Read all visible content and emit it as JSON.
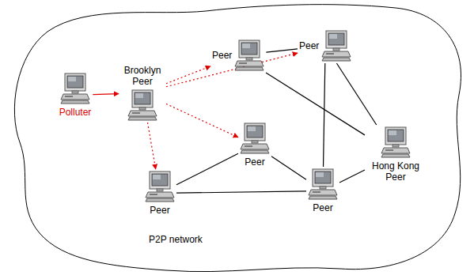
{
  "diagram": {
    "nodes": [
      {
        "text": [
          "Polluter"
        ]
      },
      {
        "text": [
          "Brooklyn Peer"
        ]
      },
      {
        "text": [
          "Peer"
        ]
      },
      {
        "text": [
          "Peer"
        ]
      },
      {
        "text": [
          "Peer"
        ]
      },
      {
        "text": [
          "Peer"
        ]
      },
      {
        "text": [
          "Peer"
        ]
      },
      {
        "text": [
          "Hong Kong Peer"
        ]
      }
    ],
    "edges": [
      {
        "from": 0,
        "to": 1,
        "arrow": "to"
      },
      {
        "from": 1,
        "to": 2,
        "arrow": "to"
      },
      {
        "from": 1,
        "to": 3,
        "arrow": "to"
      },
      {
        "from": 1,
        "to": 4,
        "arrow": "to"
      },
      {
        "from": 1,
        "to": 5,
        "arrow": "to"
      },
      {
        "from": 2,
        "to": 3,
        "arrow": "none"
      },
      {
        "from": 2,
        "to": 7,
        "arrow": "none"
      },
      {
        "from": 3,
        "to": 7,
        "arrow": "none"
      },
      {
        "from": 3,
        "to": 6,
        "arrow": "none"
      },
      {
        "from": 4,
        "to": 6,
        "arrow": "none"
      },
      {
        "from": 4,
        "to": 5,
        "arrow": "none"
      },
      {
        "from": 5,
        "to": 6,
        "arrow": "none"
      },
      {
        "from": 6,
        "to": 7,
        "arrow": "none"
      }
    ],
    "labels": [
      "P2P network"
    ]
  }
}
